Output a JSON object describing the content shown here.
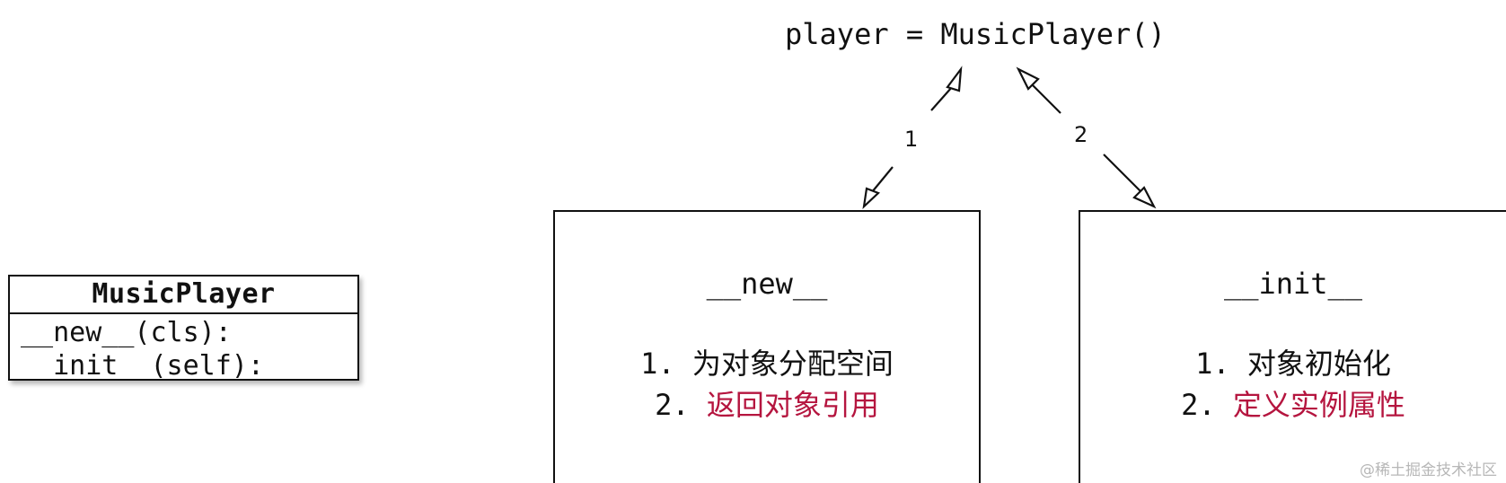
{
  "call_expression": "player = MusicPlayer()",
  "class_box": {
    "name": "MusicPlayer",
    "methods": [
      "__new__(cls):",
      "__init__(self):"
    ]
  },
  "new_box": {
    "title": "__new__",
    "steps": [
      {
        "num": "1.",
        "text": "为对象分配空间",
        "highlight": false
      },
      {
        "num": "2.",
        "text": "返回对象引用",
        "highlight": true
      }
    ]
  },
  "init_box": {
    "title": "__init__",
    "steps": [
      {
        "num": "1.",
        "text": "对象初始化",
        "highlight": false
      },
      {
        "num": "2.",
        "text": "定义实例属性",
        "highlight": true
      }
    ]
  },
  "arrow_labels": [
    "1",
    "2"
  ],
  "colors": {
    "highlight": "#b5153f",
    "stroke": "#111111"
  },
  "watermark": "@稀土掘金技术社区"
}
